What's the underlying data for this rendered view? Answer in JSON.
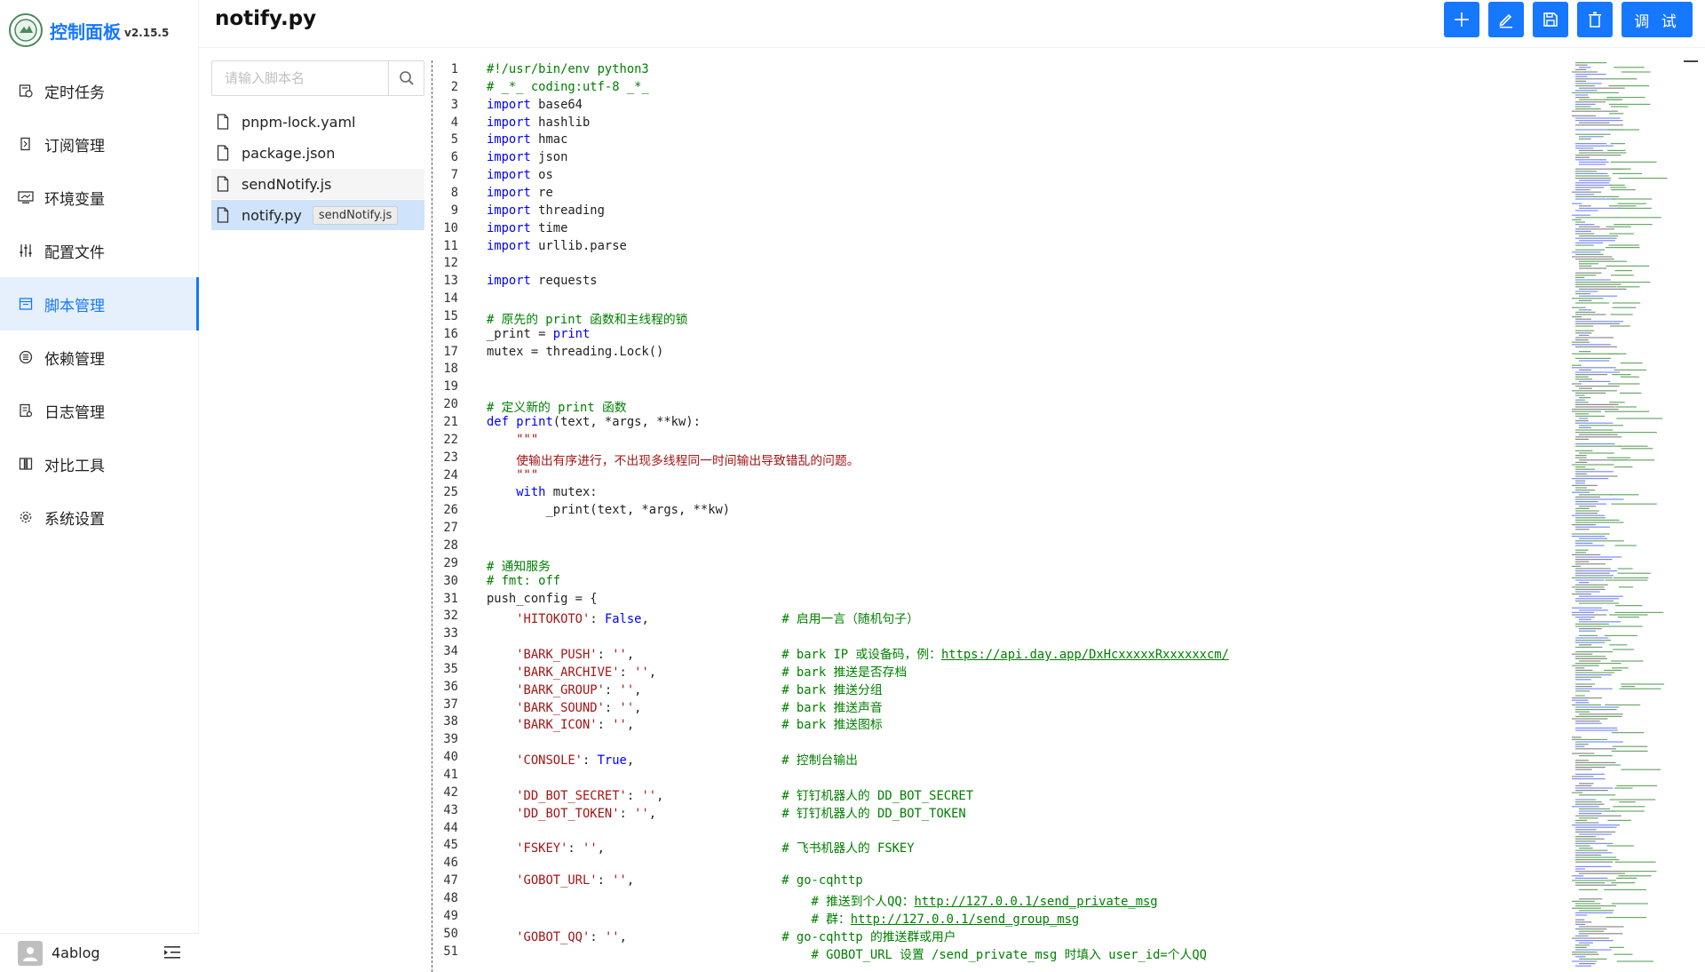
{
  "logo": {
    "title": "控制面板",
    "version": "v2.15.5"
  },
  "nav": [
    {
      "label": "定时任务",
      "icon": "clock-list-icon"
    },
    {
      "label": "订阅管理",
      "icon": "subscription-icon"
    },
    {
      "label": "环境变量",
      "icon": "monitor-icon"
    },
    {
      "label": "配置文件",
      "icon": "sliders-icon"
    },
    {
      "label": "脚本管理",
      "icon": "script-icon",
      "active": true
    },
    {
      "label": "依赖管理",
      "icon": "list-circle-icon"
    },
    {
      "label": "日志管理",
      "icon": "log-file-icon"
    },
    {
      "label": "对比工具",
      "icon": "diff-icon"
    },
    {
      "label": "系统设置",
      "icon": "gear-icon"
    }
  ],
  "user": {
    "name": "4ablog"
  },
  "header": {
    "title": "notify.py",
    "debug_label": "调 试"
  },
  "search": {
    "placeholder": "请输入脚本名"
  },
  "files": [
    {
      "name": "pnpm-lock.yaml"
    },
    {
      "name": "package.json"
    },
    {
      "name": "sendNotify.js"
    },
    {
      "name": "notify.py",
      "selected": true,
      "tooltip": "sendNotify.js"
    }
  ],
  "code_lines": [
    "<span class=\"c\">#!/usr/bin/env python3</span>",
    "<span class=\"c\"># _*_ coding:utf-8 _*_</span>",
    "<span class=\"k\">import</span> base64",
    "<span class=\"k\">import</span> hashlib",
    "<span class=\"k\">import</span> hmac",
    "<span class=\"k\">import</span> json",
    "<span class=\"k\">import</span> os",
    "<span class=\"k\">import</span> re",
    "<span class=\"k\">import</span> threading",
    "<span class=\"k\">import</span> time",
    "<span class=\"k\">import</span> urllib.parse",
    "",
    "<span class=\"k\">import</span> requests",
    "",
    "<span class=\"c\"># 原先的 print 函数和主线程的锁</span>",
    "_print = <span class=\"k\">print</span>",
    "mutex = threading.Lock()",
    "",
    "",
    "<span class=\"c\"># 定义新的 print 函数</span>",
    "<span class=\"k\">def</span> <span class=\"k\">print</span>(text, *args, **kw):",
    "    <span class=\"s\">\"\"\"</span>",
    "    <span class=\"s\">使输出有序进行，不出现多线程同一时间输出导致错乱的问题。</span>",
    "    <span class=\"s\">\"\"\"</span>",
    "    <span class=\"k\">with</span> mutex:",
    "        _print(text, *args, **kw)",
    "",
    "",
    "<span class=\"c\"># 通知服务</span>",
    "<span class=\"c\"># fmt: off</span>",
    "push_config = {",
    "    <span class=\"s\">'HITOKOTO'</span>: <span class=\"k\">False</span>,                  <span class=\"c\"># 启用一言（随机句子）</span>",
    "",
    "    <span class=\"s\">'BARK_PUSH'</span>: <span class=\"s\">''</span>,                    <span class=\"c\"># bark IP 或设备码，例：<span class=\"u\">https://api.day.app/DxHcxxxxxRxxxxxxcm/</span></span>",
    "    <span class=\"s\">'BARK_ARCHIVE'</span>: <span class=\"s\">''</span>,                 <span class=\"c\"># bark 推送是否存档</span>",
    "    <span class=\"s\">'BARK_GROUP'</span>: <span class=\"s\">''</span>,                   <span class=\"c\"># bark 推送分组</span>",
    "    <span class=\"s\">'BARK_SOUND'</span>: <span class=\"s\">''</span>,                   <span class=\"c\"># bark 推送声音</span>",
    "    <span class=\"s\">'BARK_ICON'</span>: <span class=\"s\">''</span>,                    <span class=\"c\"># bark 推送图标</span>",
    "",
    "    <span class=\"s\">'CONSOLE'</span>: <span class=\"k\">True</span>,                    <span class=\"c\"># 控制台输出</span>",
    "",
    "    <span class=\"s\">'DD_BOT_SECRET'</span>: <span class=\"s\">''</span>,                <span class=\"c\"># 钉钉机器人的 DD_BOT_SECRET</span>",
    "    <span class=\"s\">'DD_BOT_TOKEN'</span>: <span class=\"s\">''</span>,                 <span class=\"c\"># 钉钉机器人的 DD_BOT_TOKEN</span>",
    "",
    "    <span class=\"s\">'FSKEY'</span>: <span class=\"s\">''</span>,                        <span class=\"c\"># 飞书机器人的 FSKEY</span>",
    "",
    "    <span class=\"s\">'GOBOT_URL'</span>: <span class=\"s\">''</span>,                    <span class=\"c\"># go-cqhttp</span>",
    "                                            <span class=\"c\"># 推送到个人QQ：<span class=\"u\">http://127.0.0.1/send_private_msg</span></span>",
    "                                            <span class=\"c\"># 群：<span class=\"u\">http://127.0.0.1/send_group_msg</span></span>",
    "    <span class=\"s\">'GOBOT_QQ'</span>: <span class=\"s\">''</span>,                     <span class=\"c\"># go-cqhttp 的推送群或用户</span>",
    "                                            <span class=\"c\"># GOBOT_URL 设置 /send_private_msg 时填入 user_id=个人QQ</span>"
  ]
}
